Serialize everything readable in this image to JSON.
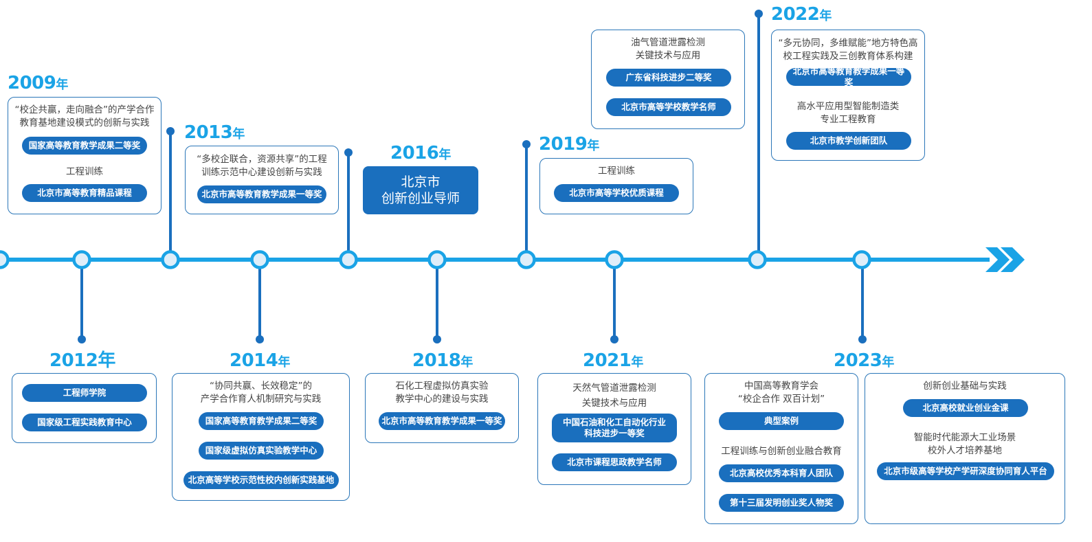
{
  "colors": {
    "line": "#1aa3e6",
    "node_fill": "#dfeef9",
    "stem": "#1a6fbe",
    "pill": "#1a6fbe",
    "year_text": "#1aa3e6",
    "card_border": "#2a76b8"
  },
  "icons": {
    "arrow": "double-chevron-right-icon"
  },
  "year_suffix": "年",
  "entries": [
    {
      "year": "2009",
      "items": [
        {
          "text": "“校企共赢，走向融合”的产学合作\n教育基地建设模式的创新与实践",
          "award": "国家高等教育教学成果二等奖"
        },
        {
          "text": "工程训练",
          "award": "北京市高等教育精品课程"
        }
      ]
    },
    {
      "year": "2012",
      "items": [
        {
          "award": "工程师学院"
        },
        {
          "award": "国家级工程实践教育中心"
        }
      ]
    },
    {
      "year": "2013",
      "items": [
        {
          "text": "“多校企联合，资源共享”的工程\n训练示范中心建设创新与实践",
          "award": "北京市高等教育教学成果一等奖"
        }
      ]
    },
    {
      "year": "2014",
      "items": [
        {
          "text": "“协同共赢、长效稳定”的\n产学合作育人机制研究与实践",
          "award": "国家高等教育教学成果二等奖"
        },
        {
          "award": "国家级虚拟仿真实验教学中心"
        },
        {
          "award": "北京高等学校示范性校内创新实践基地"
        }
      ]
    },
    {
      "year": "2016",
      "highlight": "北京市\n创新创业导师"
    },
    {
      "year": "2018",
      "items": [
        {
          "text": "石化工程虚拟仿真实验\n教学中心的建设与实践",
          "award": "北京市高等教育教学成果一等奖"
        }
      ]
    },
    {
      "year": "2019",
      "items": [
        {
          "text": "油气管道泄露检测\n关键技术与应用",
          "award": "广东省科技进步二等奖"
        },
        {
          "award": "北京市高等学校教学名师"
        },
        {
          "text": "工程训练",
          "award": "北京市高等学校优质课程"
        }
      ]
    },
    {
      "year": "2021",
      "items": [
        {
          "text": "天然气管道泄露检测\n关键技术与应用",
          "award": "中国石油和化工自动化行业\n科技进步一等奖"
        },
        {
          "award": "北京市课程思政教学名师"
        }
      ]
    },
    {
      "year": "2022",
      "items": [
        {
          "text": "“多元协同，多维赋能”地方特色高\n校工程实践及三创教育体系构建",
          "award": "北京市高等教育教学成果一等奖"
        },
        {
          "text": "高水平应用型智能制造类\n专业工程教育",
          "award": "北京市教学创新团队"
        },
        {
          "text": "中国高等教育学会\n“校企合作 双百计划”",
          "award": "典型案例"
        },
        {
          "text": "工程训练与创新创业融合教育",
          "award": "北京高校优秀本科育人团队"
        },
        {
          "award": "第十三届发明创业奖人物奖"
        }
      ]
    },
    {
      "year": "2023",
      "items": [
        {
          "text": "创新创业基础与实践",
          "award": "北京高校就业创业金课"
        },
        {
          "text": "智能时代能源大工业场景\n校外人才培养基地",
          "award": "北京市级高等学校产学研深度协同育人平台"
        }
      ]
    }
  ]
}
